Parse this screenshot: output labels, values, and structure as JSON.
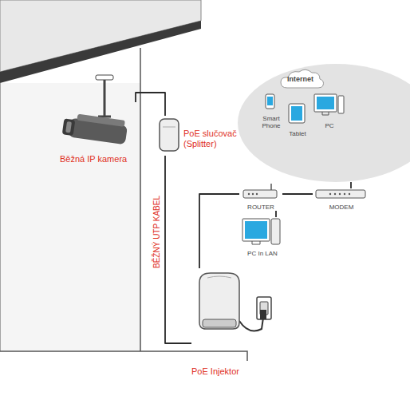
{
  "diagram": {
    "nodes": [
      {
        "text": [
          "Internet"
        ]
      },
      {
        "text": [
          "Smart Phone"
        ],
        "in": 0
      },
      {
        "text": [
          "Tablet"
        ],
        "in": 0
      },
      {
        "text": [
          "PC"
        ],
        "in": 0
      },
      {
        "text": [
          "Běžná IP kamera"
        ]
      },
      {
        "text": [
          "PoE slučovač (Splitter)"
        ]
      },
      {
        "text": [
          "ROUTER"
        ]
      },
      {
        "text": [
          "MODEM"
        ]
      },
      {
        "text": [
          "PC In LAN"
        ]
      },
      {
        "text": [
          "PoE Injektor"
        ]
      }
    ],
    "edges": [
      {
        "from": 4,
        "to": 5,
        "arrow": "none"
      },
      {
        "from": 5,
        "to": 9,
        "arrow": "none",
        "label": "BĚŽNÝ UTP KABEL"
      },
      {
        "from": 9,
        "to": 6,
        "arrow": "none"
      },
      {
        "from": 6,
        "to": 7,
        "arrow": "none"
      },
      {
        "from": 7,
        "to": 0,
        "arrow": "none"
      },
      {
        "from": 6,
        "to": 8,
        "arrow": "none"
      }
    ]
  }
}
